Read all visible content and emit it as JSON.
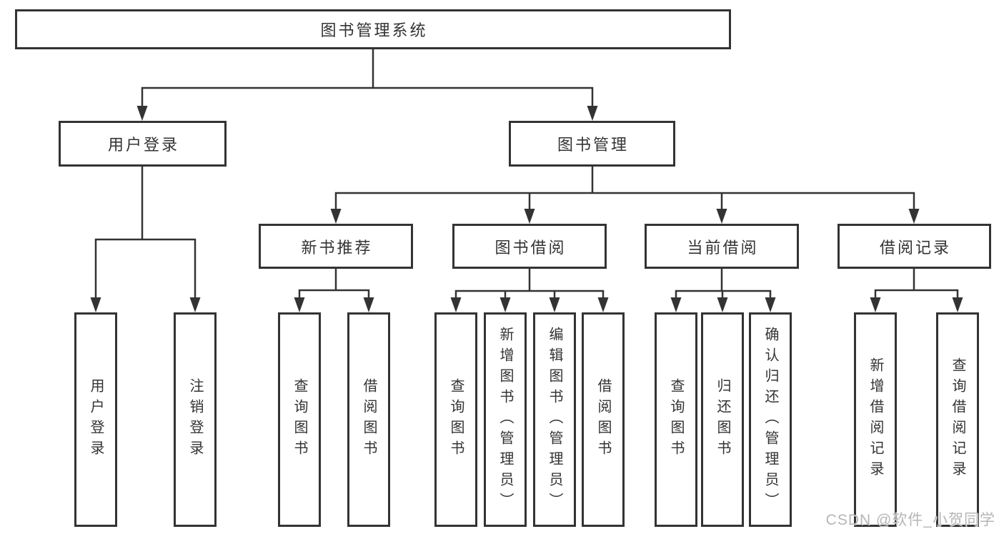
{
  "diagram": {
    "root": {
      "label": "图书管理系统",
      "children": [
        {
          "label": "用户登录",
          "children": [
            {
              "label": "用户登录"
            },
            {
              "label": "注销登录"
            }
          ]
        },
        {
          "label": "图书管理",
          "children": [
            {
              "label": "新书推荐",
              "children": [
                {
                  "label": "查询图书"
                },
                {
                  "label": "借阅图书"
                }
              ]
            },
            {
              "label": "图书借阅",
              "children": [
                {
                  "label": "查询图书"
                },
                {
                  "label": "新增图书（管理员）"
                },
                {
                  "label": "编辑图书（管理员）"
                },
                {
                  "label": "借阅图书"
                }
              ]
            },
            {
              "label": "当前借阅",
              "children": [
                {
                  "label": "查询图书"
                },
                {
                  "label": "归还图书"
                },
                {
                  "label": "确认归还（管理员）"
                }
              ]
            },
            {
              "label": "借阅记录",
              "children": [
                {
                  "label": "新增借阅记录"
                },
                {
                  "label": "查询借阅记录"
                }
              ]
            }
          ]
        }
      ]
    },
    "colors": {
      "line": "#333333",
      "box_border": "#333333",
      "text": "#333333",
      "watermark_text": "#b6b6b6",
      "background": "#ffffff"
    }
  },
  "watermark": {
    "text": "CSDN @软件_小贺同学"
  }
}
